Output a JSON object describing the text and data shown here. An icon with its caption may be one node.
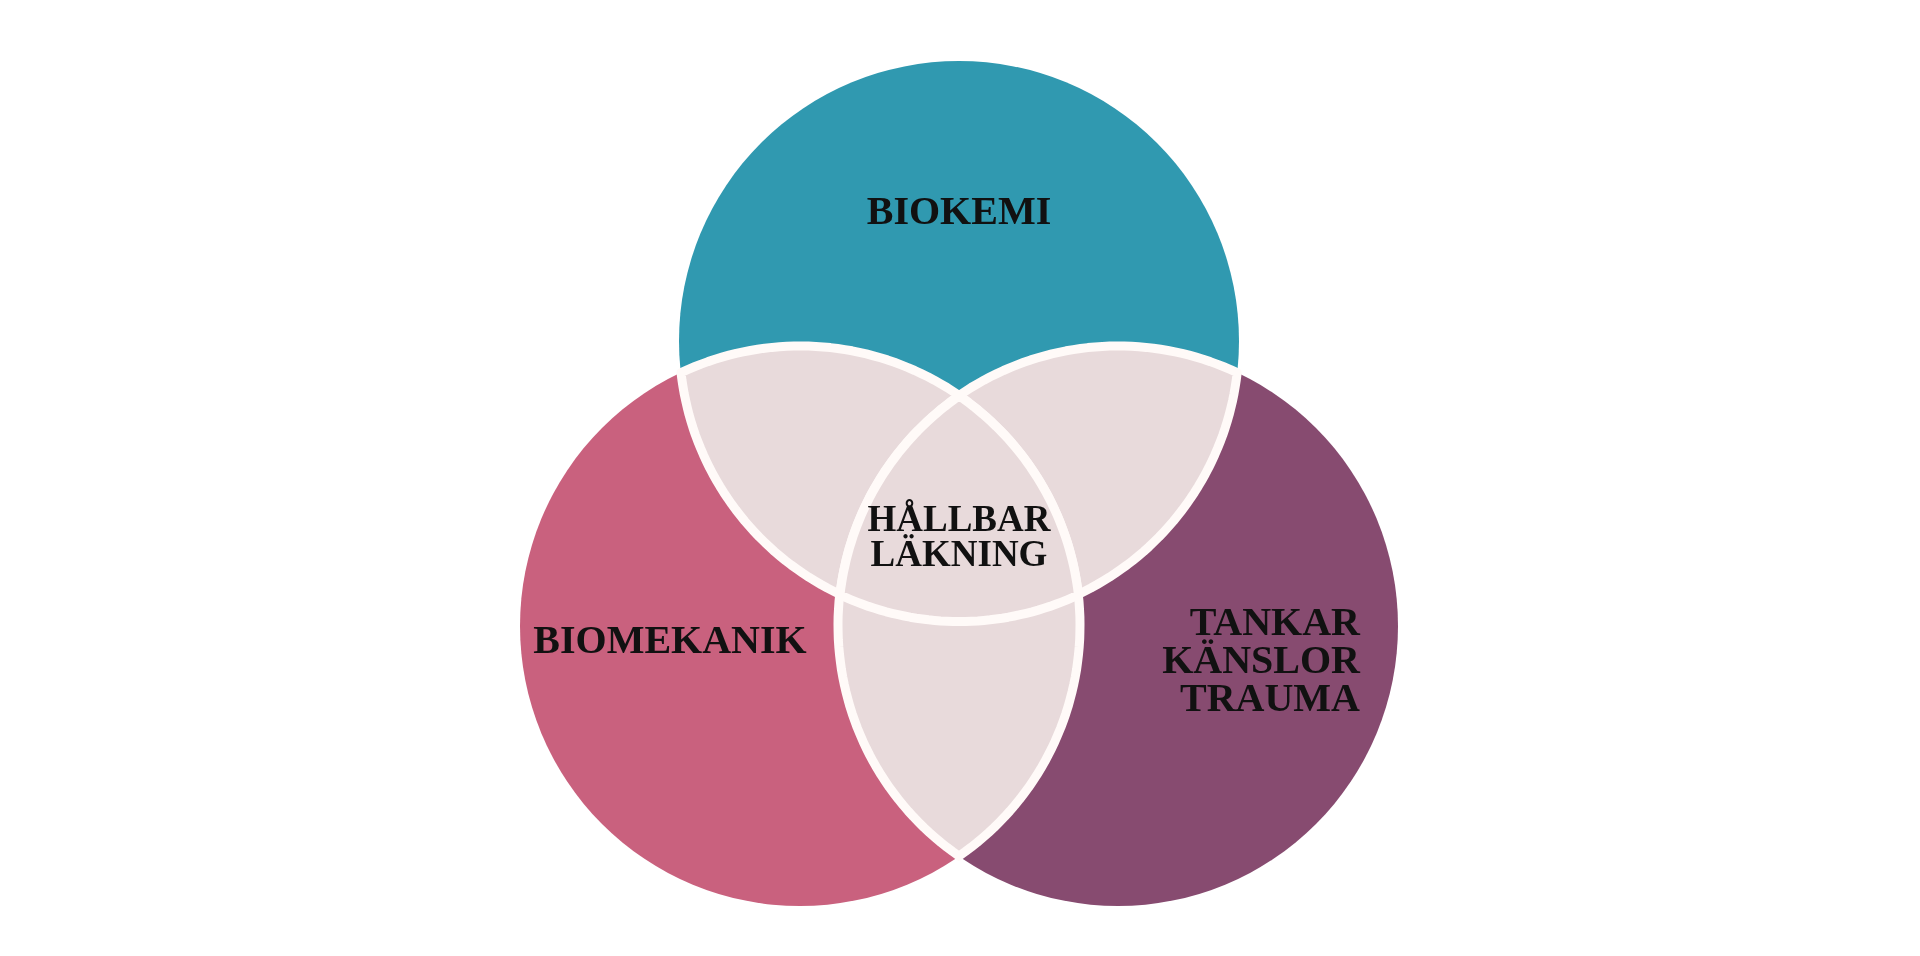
{
  "diagram": {
    "nodes": [
      {
        "text": [
          "BIOKEMI"
        ]
      },
      {
        "text": [
          "BIOMEKANIK"
        ]
      },
      {
        "text": [
          "TANKAR KÄNSLOR TRAUMA"
        ]
      },
      {
        "text": [
          "HÅLLBAR LÄKNING"
        ]
      },
      {
        "text": [],
        "shape": "lens"
      },
      {
        "text": [],
        "shape": "lens"
      },
      {
        "text": [],
        "shape": "lens"
      }
    ]
  }
}
